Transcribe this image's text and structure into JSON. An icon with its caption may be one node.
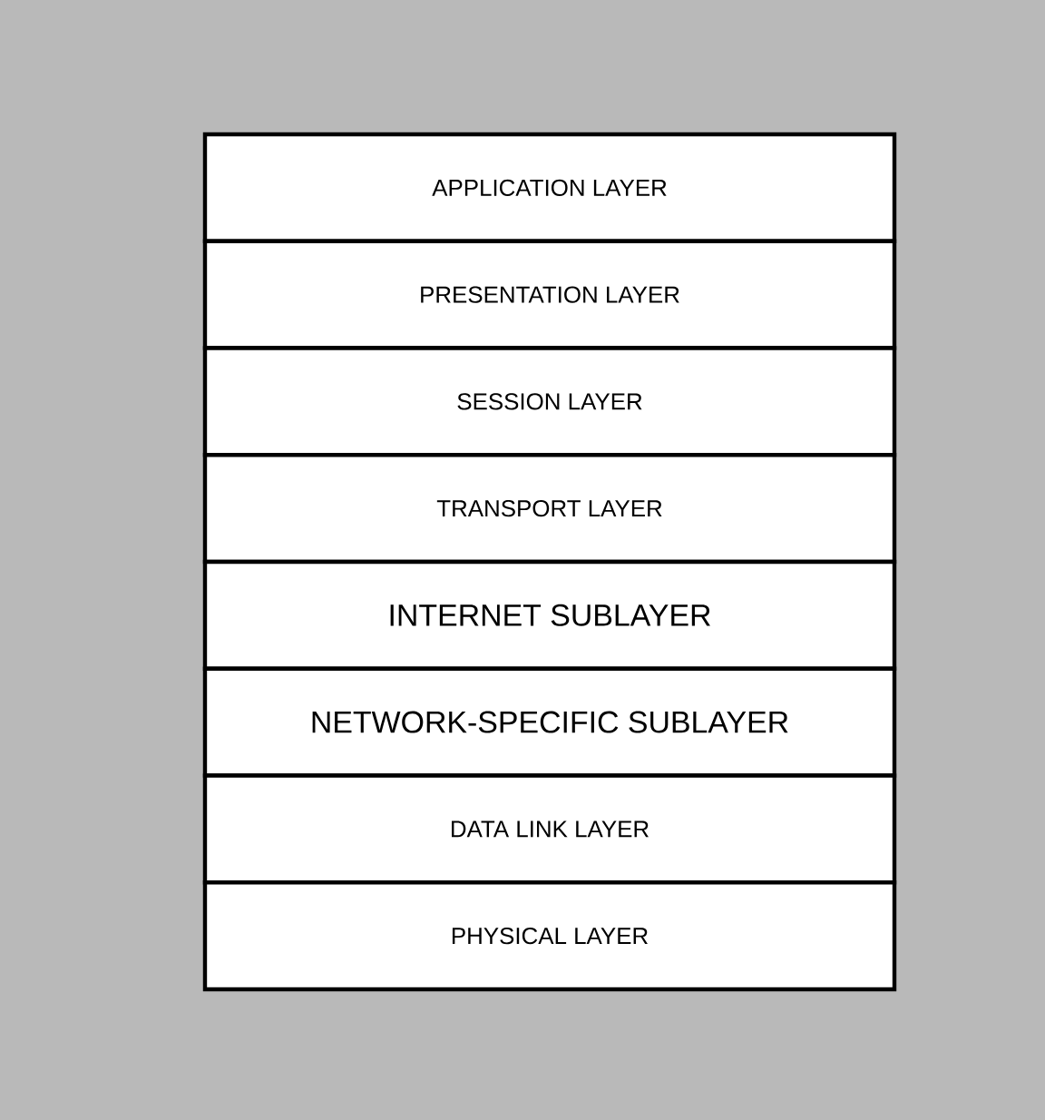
{
  "diagram": {
    "nodes": [
      {
        "text": [
          "APPLICATION LAYER"
        ]
      },
      {
        "text": [
          "PRESENTATION LAYER"
        ]
      },
      {
        "text": [
          "SESSION LAYER"
        ]
      },
      {
        "text": [
          "TRANSPORT LAYER"
        ]
      },
      {
        "text": [
          "INTERNET SUBLAYER"
        ]
      },
      {
        "text": [
          "NETWORK-SPECIFIC SUBLAYER"
        ]
      },
      {
        "text": [
          "DATA LINK LAYER"
        ]
      },
      {
        "text": [
          "PHYSICAL LAYER"
        ]
      }
    ]
  }
}
